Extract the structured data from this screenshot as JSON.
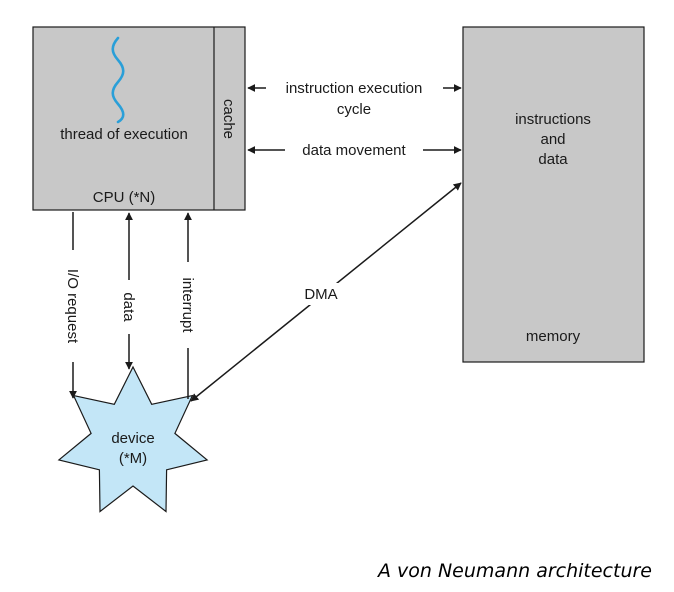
{
  "cpu": {
    "thread_label": "thread of execution",
    "cpu_label": "CPU (*N)",
    "cache_label": "cache"
  },
  "memory": {
    "content_line1": "instructions",
    "content_line2": "and",
    "content_line3": "data",
    "label": "memory"
  },
  "device": {
    "line1": "device",
    "line2": "(*M)"
  },
  "arrows": {
    "instruction_cycle_line1": "instruction execution",
    "instruction_cycle_line2": "cycle",
    "data_movement": "data movement",
    "io_request": "I/O request",
    "data": "data",
    "interrupt": "interrupt",
    "dma": "DMA"
  },
  "caption": "A von Neumann architecture",
  "colors": {
    "box_fill": "#c8c8c8",
    "device_fill": "#c3e6f7",
    "thread_wave": "#2a9fd8",
    "line": "#1a1a1a"
  }
}
